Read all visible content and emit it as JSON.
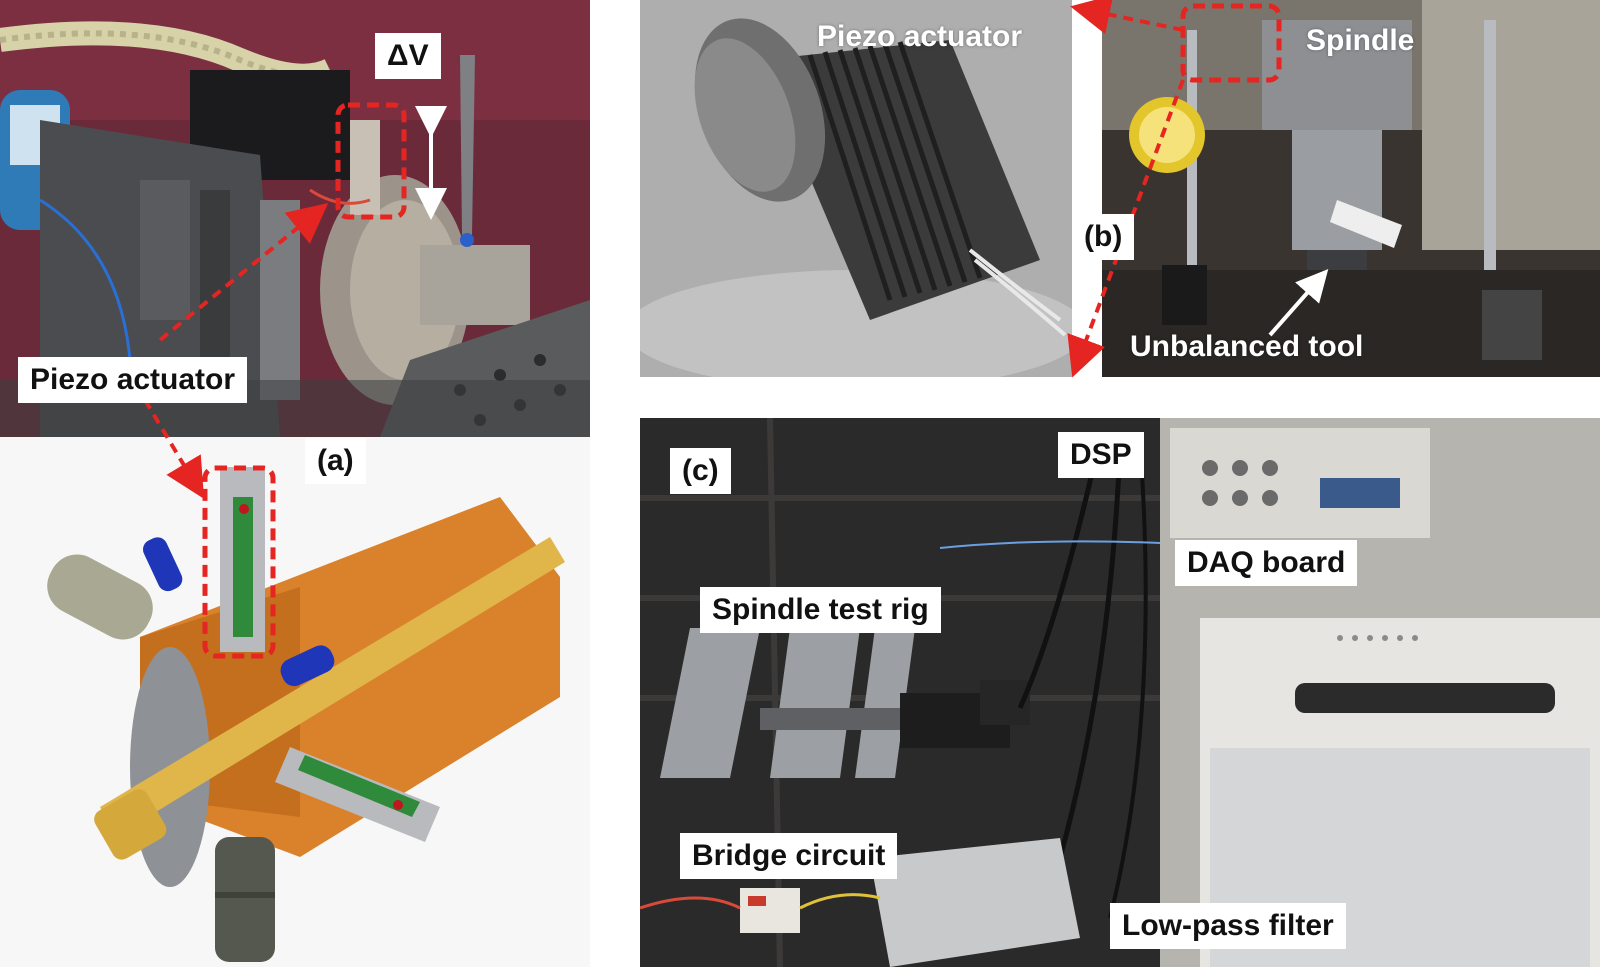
{
  "figure": {
    "panel_a": {
      "tag": "(a)",
      "labels": {
        "voltage": "ΔV",
        "actuator": "Piezo actuator"
      }
    },
    "panel_b": {
      "tag": "(b)",
      "labels": {
        "actuator": "Piezo actuator",
        "spindle": "Spindle",
        "tool": "Unbalanced tool"
      }
    },
    "panel_c": {
      "tag": "(c)",
      "labels": {
        "dsp": "DSP",
        "daq": "DAQ board",
        "rig": "Spindle test rig",
        "bridge": "Bridge circuit",
        "filter": "Low-pass filter"
      }
    },
    "colors": {
      "highlight": "#e52521",
      "label_bg": "#ffffff",
      "label_text": "#111111"
    }
  }
}
